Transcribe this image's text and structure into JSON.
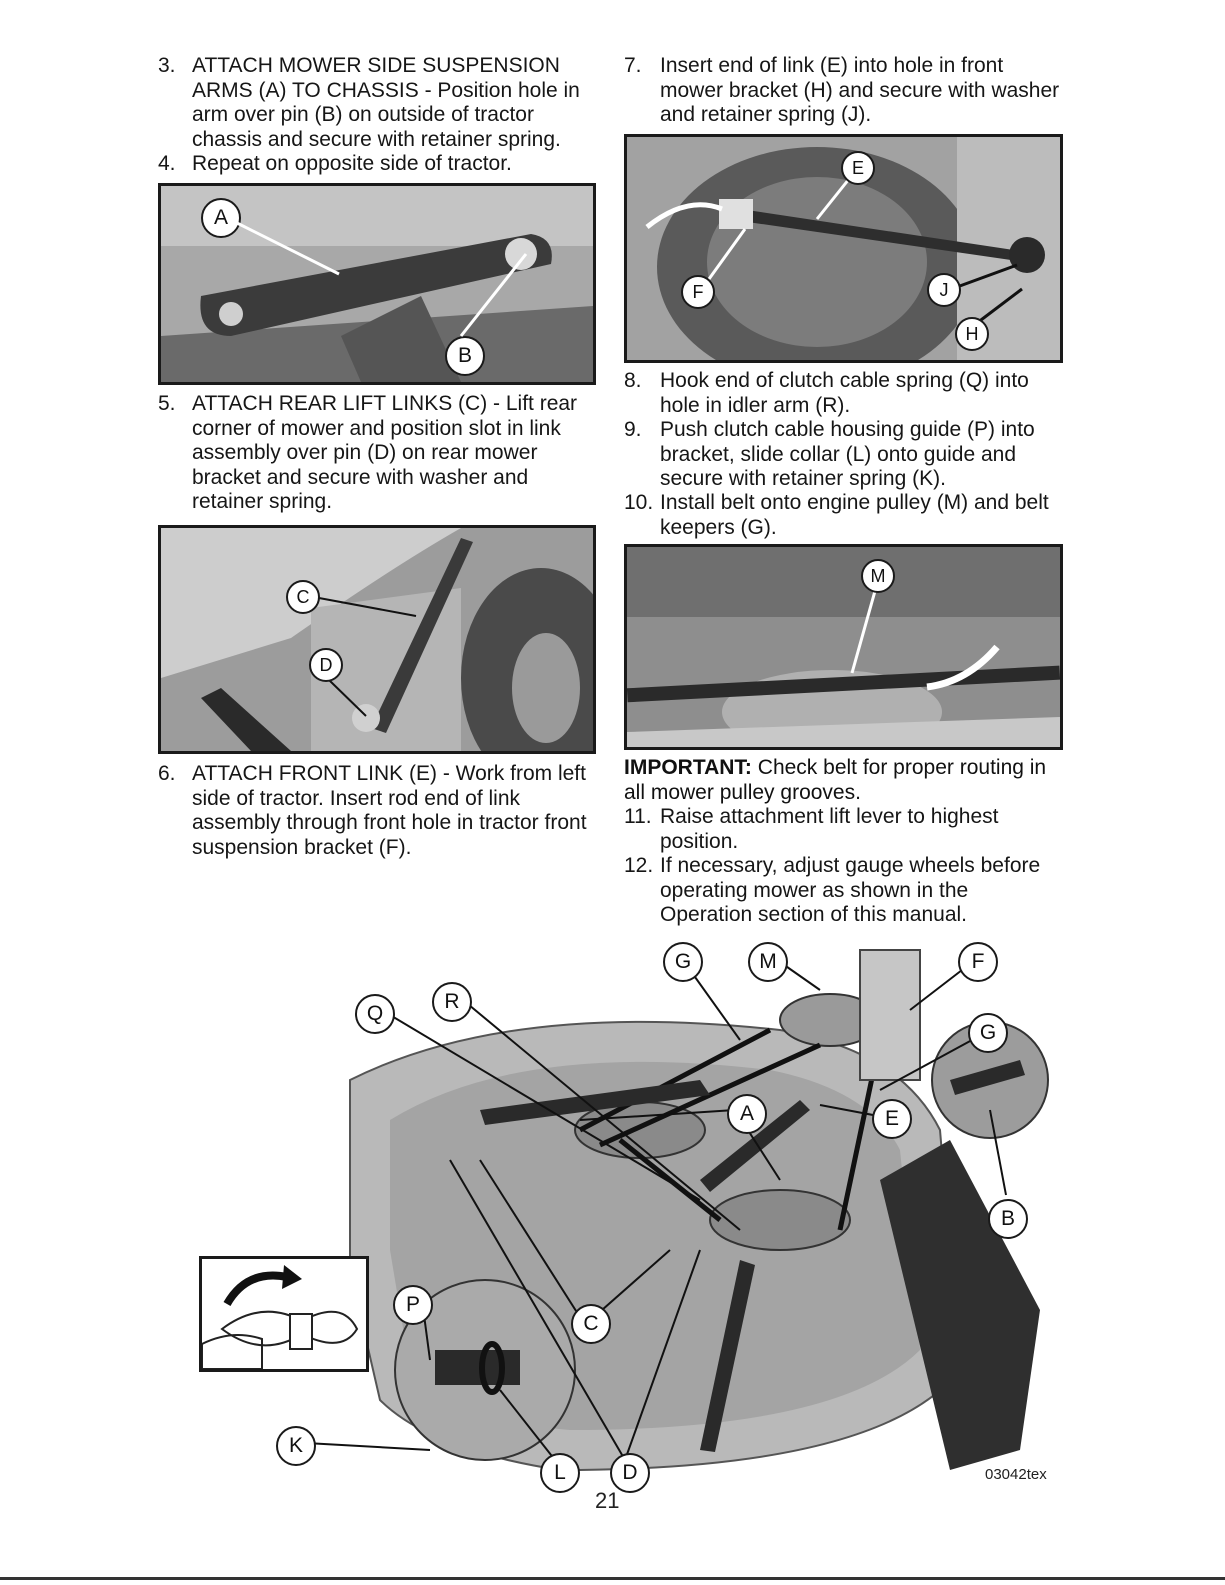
{
  "steps": [
    {
      "num": "3.",
      "text": "ATTACH MOWER SIDE SUSPENSION ARMS (A) TO CHASSIS - Position hole in arm over pin (B) on outside of tractor chassis and secure with retainer spring."
    },
    {
      "num": "4.",
      "text": "Repeat on opposite side of tractor."
    },
    {
      "num": "5.",
      "text": "ATTACH REAR LIFT LINKS (C) - Lift rear corner of mower and position slot in link assembly over pin (D) on rear mower bracket and secure with washer and retainer spring."
    },
    {
      "num": "6.",
      "text": "ATTACH FRONT LINK (E) - Work from left side of tractor. Insert rod end of link assembly through front hole in tractor front suspension bracket (F)."
    },
    {
      "num": "7.",
      "text": "Insert end of link (E) into hole in front mower bracket (H) and secure with washer and retainer spring (J)."
    },
    {
      "num": "8.",
      "text": "Hook end of clutch cable spring (Q) into hole in idler arm (R)."
    },
    {
      "num": "9.",
      "text": "Push clutch cable housing guide (P) into bracket, slide collar (L) onto guide and secure with retainer spring (K)."
    },
    {
      "num": "10.",
      "text": "Install belt onto engine pulley (M) and belt keepers (G)."
    },
    {
      "num": "11.",
      "text": "Raise attachment lift lever to highest position."
    },
    {
      "num": "12.",
      "text": "If necessary, adjust gauge wheels before operating mower as shown in the Operation section of this manual."
    }
  ],
  "important": {
    "label": "IMPORTANT:",
    "text": "Check belt for proper routing in all mower pulley grooves."
  },
  "photo1_callouts": [
    "A",
    "B"
  ],
  "photo2_callouts": [
    "C",
    "D"
  ],
  "photo3_callouts": [
    "E",
    "F",
    "J",
    "H"
  ],
  "photo4_callouts": [
    "M"
  ],
  "diagram_callouts": [
    "G",
    "M",
    "F",
    "Q",
    "R",
    "G",
    "A",
    "E",
    "B",
    "P",
    "C",
    "K",
    "L",
    "D"
  ],
  "figure_code": "03042tex",
  "page_number": "21"
}
